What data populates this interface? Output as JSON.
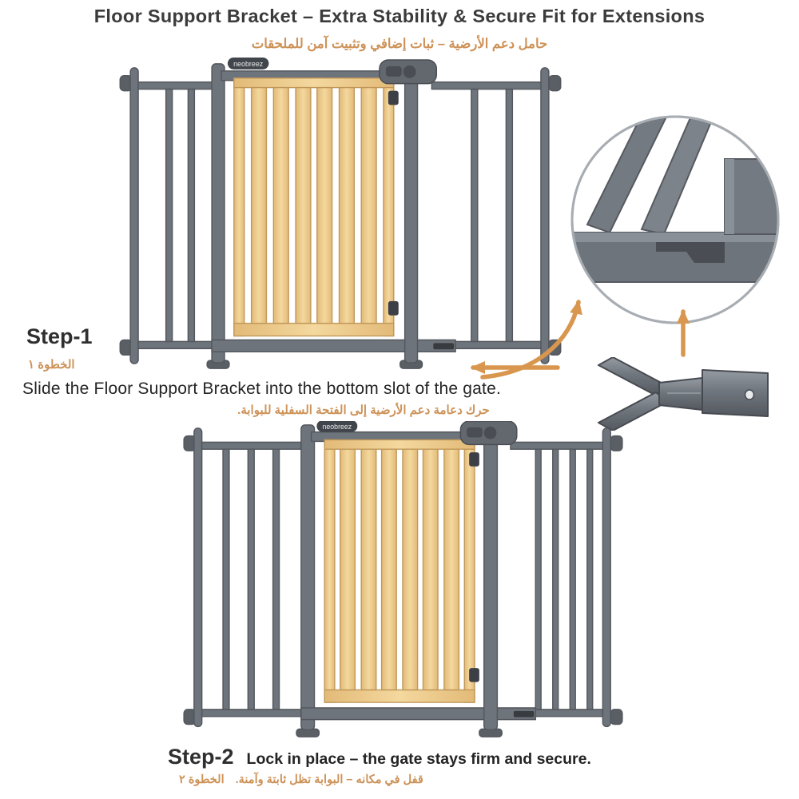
{
  "page": {
    "title": "Floor Support Bracket – Extra Stability & Secure Fit for Extensions",
    "title_ar": "حامل دعم الأرضية – ثبات إضافي وتثبيت آمن للملحقات"
  },
  "brand": {
    "logo_text": "neobreez"
  },
  "steps": {
    "step1": {
      "label": "Step-1",
      "label_ar": "الخطوة ١",
      "instruction": "Slide the Floor Support Bracket into the bottom slot of the gate.",
      "instruction_ar": "حرك دعامة دعم الأرضية إلى الفتحة السفلية للبوابة."
    },
    "step2": {
      "label": "Step-2",
      "label_ar": "الخطوة ٢",
      "instruction": "Lock in place – the gate stays firm and secure.",
      "instruction_ar": "قفل في مكانه – البوابة تظل ثابتة وآمنة."
    }
  },
  "colors": {
    "accent_orange": "#D8964F",
    "frame_gray": "#6E747B",
    "wood_tan": "#EECF93",
    "text_dark": "#3B3B3B"
  }
}
